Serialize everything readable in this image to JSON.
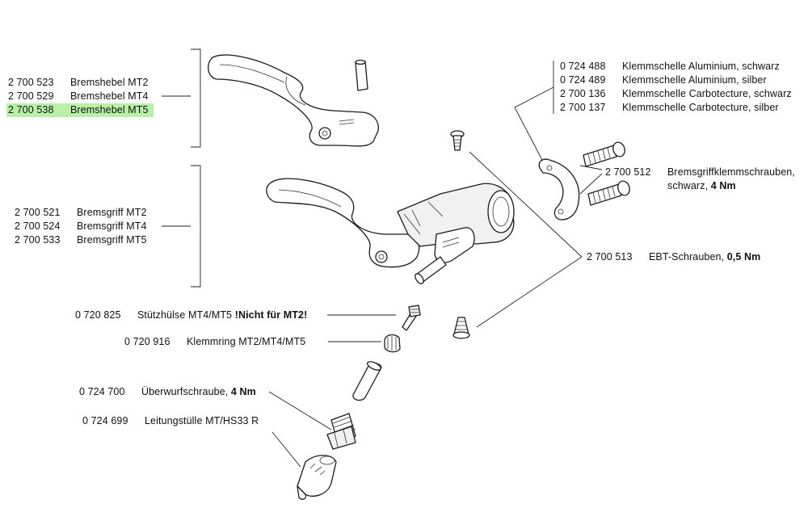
{
  "groups": {
    "bremshebel": [
      {
        "number": "2 700 523",
        "name": "Bremshebel MT2",
        "highlight": false
      },
      {
        "number": "2 700 529",
        "name": "Bremshebel MT4",
        "highlight": false
      },
      {
        "number": "2 700 538",
        "name": "Bremshebel MT5",
        "highlight": true
      }
    ],
    "bremsgriff": [
      {
        "number": "2 700 521",
        "name": "Bremsgriff MT2"
      },
      {
        "number": "2 700 524",
        "name": "Bremsgriff MT4"
      },
      {
        "number": "2 700 533",
        "name": "Bremsgriff MT5"
      }
    ],
    "klemmschelle": [
      {
        "number": "0 724 488",
        "name": "Klemmschelle Aluminium, schwarz"
      },
      {
        "number": "0 724 489",
        "name": "Klemmschelle Aluminium, silber"
      },
      {
        "number": "2 700 136",
        "name": "Klemmschelle Carbotecture, schwarz"
      },
      {
        "number": "2 700 137",
        "name": "Klemmschelle Carbotecture, silber"
      }
    ]
  },
  "parts": {
    "klemmschrauben": {
      "number": "2 700 512",
      "line1": "Bremsgriffklemmschrauben,",
      "line2_text": "schwarz, ",
      "line2_bold": "4 Nm"
    },
    "ebt": {
      "number": "2 700 513",
      "text": "EBT-Schrauben, ",
      "bold": "0,5 Nm"
    },
    "stuetzhuelse": {
      "number": "0 720 825",
      "text": "Stützhülse MT4/MT5 ",
      "bold": "!Nicht für MT2!"
    },
    "klemmring": {
      "number": "0 720 916",
      "text": "Klemmring  MT2/MT4/MT5"
    },
    "ueberwurf": {
      "number": "0 724 700",
      "text": "Überwurfschraube, ",
      "bold": "4 Nm"
    },
    "leitung": {
      "number": "0 724 699",
      "text": "Leitungstülle MT/HS33 R"
    }
  },
  "colors": {
    "highlight": "#b9f0a8",
    "line": "#1a1a1a"
  }
}
